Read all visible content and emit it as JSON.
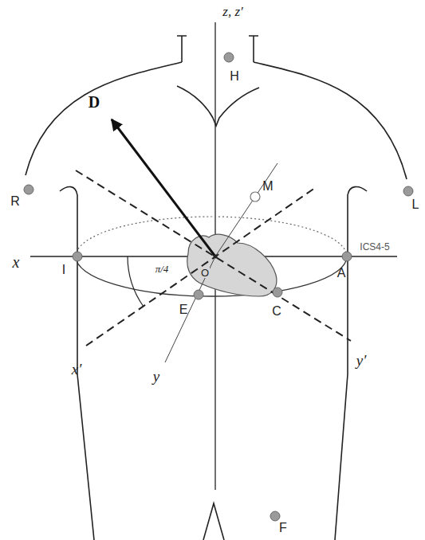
{
  "diagram": {
    "labels": [
      "z, z′",
      "H",
      "D",
      "R",
      "L",
      "M",
      "ICS4-5",
      "x",
      "I",
      "O",
      "A",
      "π/4",
      "E",
      "C",
      "x′",
      "y′",
      "y",
      "F"
    ]
  }
}
